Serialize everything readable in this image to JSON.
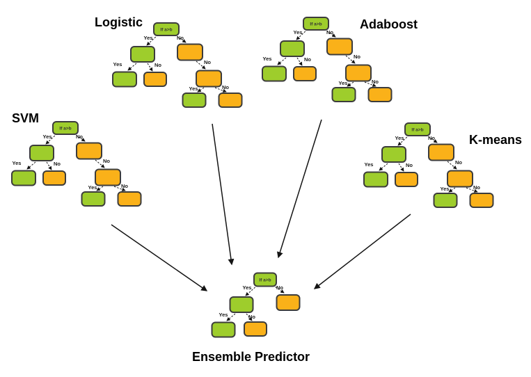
{
  "labels": {
    "logistic": "Logistic",
    "adaboost": "Adaboost",
    "svm": "SVM",
    "kmeans": "K-means",
    "ensemble": "Ensemble Predictor"
  },
  "node_text": {
    "root": "If a>b",
    "yes": "Yes",
    "no": "No"
  },
  "colors": {
    "green": "#9ECD2C",
    "orange": "#FAB119",
    "node_border": "#3C3C3C",
    "line": "#141414",
    "label_text": "#1A1A1A",
    "background": "#FFFFFF"
  },
  "trees": [
    {
      "id": "logistic",
      "structure": "full"
    },
    {
      "id": "adaboost",
      "structure": "full"
    },
    {
      "id": "svm",
      "structure": "full"
    },
    {
      "id": "kmeans",
      "structure": "full"
    },
    {
      "id": "ensemble",
      "structure": "small"
    }
  ],
  "structures": {
    "full": {
      "nodes": [
        {
          "id": "root",
          "color": "green",
          "has_text": true
        },
        {
          "id": "L",
          "color": "green",
          "has_text": false
        },
        {
          "id": "R",
          "color": "orange",
          "has_text": false
        },
        {
          "id": "LL",
          "color": "green",
          "has_text": false
        },
        {
          "id": "LR",
          "color": "orange",
          "has_text": false
        },
        {
          "id": "RR",
          "color": "orange",
          "has_text": false
        },
        {
          "id": "RRL",
          "color": "green",
          "has_text": false
        },
        {
          "id": "RRR",
          "color": "orange",
          "has_text": false
        }
      ],
      "edges": [
        {
          "from": "root",
          "to": "L",
          "label": "yes"
        },
        {
          "from": "root",
          "to": "R",
          "label": "no"
        },
        {
          "from": "L",
          "to": "LL",
          "label": "yes"
        },
        {
          "from": "L",
          "to": "LR",
          "label": "no"
        },
        {
          "from": "R",
          "to": "RR",
          "label": "no"
        },
        {
          "from": "RR",
          "to": "RRL",
          "label": "yes"
        },
        {
          "from": "RR",
          "to": "RRR",
          "label": "no"
        }
      ]
    },
    "small": {
      "nodes": [
        {
          "id": "root",
          "color": "green",
          "has_text": true
        },
        {
          "id": "L",
          "color": "green",
          "has_text": false
        },
        {
          "id": "R",
          "color": "orange",
          "has_text": false
        },
        {
          "id": "LL",
          "color": "green",
          "has_text": false
        },
        {
          "id": "LR",
          "color": "orange",
          "has_text": false
        }
      ],
      "edges": [
        {
          "from": "root",
          "to": "L",
          "label": "yes"
        },
        {
          "from": "root",
          "to": "R",
          "label": "no"
        },
        {
          "from": "L",
          "to": "LL",
          "label": "yes"
        },
        {
          "from": "L",
          "to": "LR",
          "label": "no"
        }
      ]
    }
  },
  "arrows": [
    {
      "from": "svm",
      "to": "ensemble"
    },
    {
      "from": "logistic",
      "to": "ensemble"
    },
    {
      "from": "adaboost",
      "to": "ensemble"
    },
    {
      "from": "kmeans",
      "to": "ensemble"
    }
  ]
}
